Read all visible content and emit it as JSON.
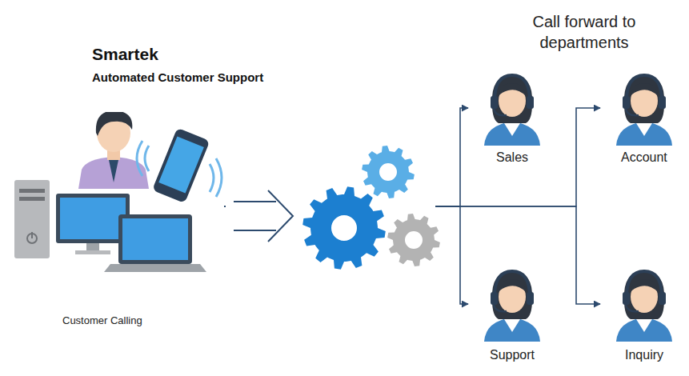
{
  "diagram": {
    "title": "Smartek",
    "nodes": [
      {
        "text": [
          "Customer Calling"
        ]
      },
      {
        "text": [
          "Sales"
        ]
      },
      {
        "text": [
          "Account"
        ]
      },
      {
        "text": [
          "Support"
        ]
      },
      {
        "text": [
          "Inquiry"
        ]
      }
    ],
    "edges": [
      {
        "from": 0,
        "to": 1,
        "arrow": "to"
      },
      {
        "from": 0,
        "to": 2,
        "arrow": "to"
      },
      {
        "from": 0,
        "to": 3,
        "arrow": "to"
      },
      {
        "from": 0,
        "to": 4,
        "arrow": "to"
      }
    ],
    "labels": [
      "Automated Customer Support",
      "Call forward to departments"
    ]
  }
}
